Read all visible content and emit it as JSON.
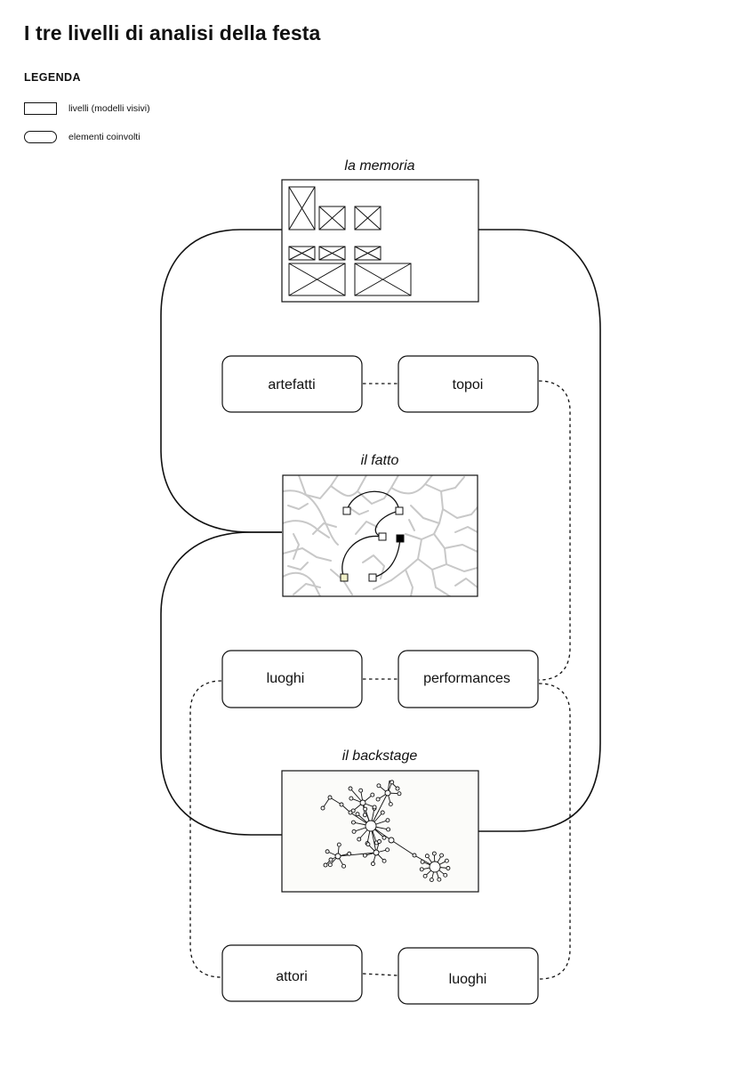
{
  "title": "I tre livelli di analisi della festa",
  "legend": {
    "heading": "LEGENDA",
    "items": [
      {
        "label": "livelli (modelli visivi)",
        "shape": "rect"
      },
      {
        "label": "elementi coinvolti",
        "shape": "rounded"
      }
    ]
  },
  "levels": {
    "memoria": "la memoria",
    "fatto": "il fatto",
    "backstage": "il backstage"
  },
  "nodes": {
    "artefatti": "artefatti",
    "topoi": "topoi",
    "luoghi_1": "luoghi",
    "performances": "performances",
    "attori": "attori",
    "luoghi_2": "luoghi"
  },
  "colors": {
    "stroke": "#111111",
    "map_streets": "#c8c8c8",
    "highlight_node": "#f1f0c8",
    "active_node": "#000000",
    "backstage_bg": "#fbfbf9"
  }
}
